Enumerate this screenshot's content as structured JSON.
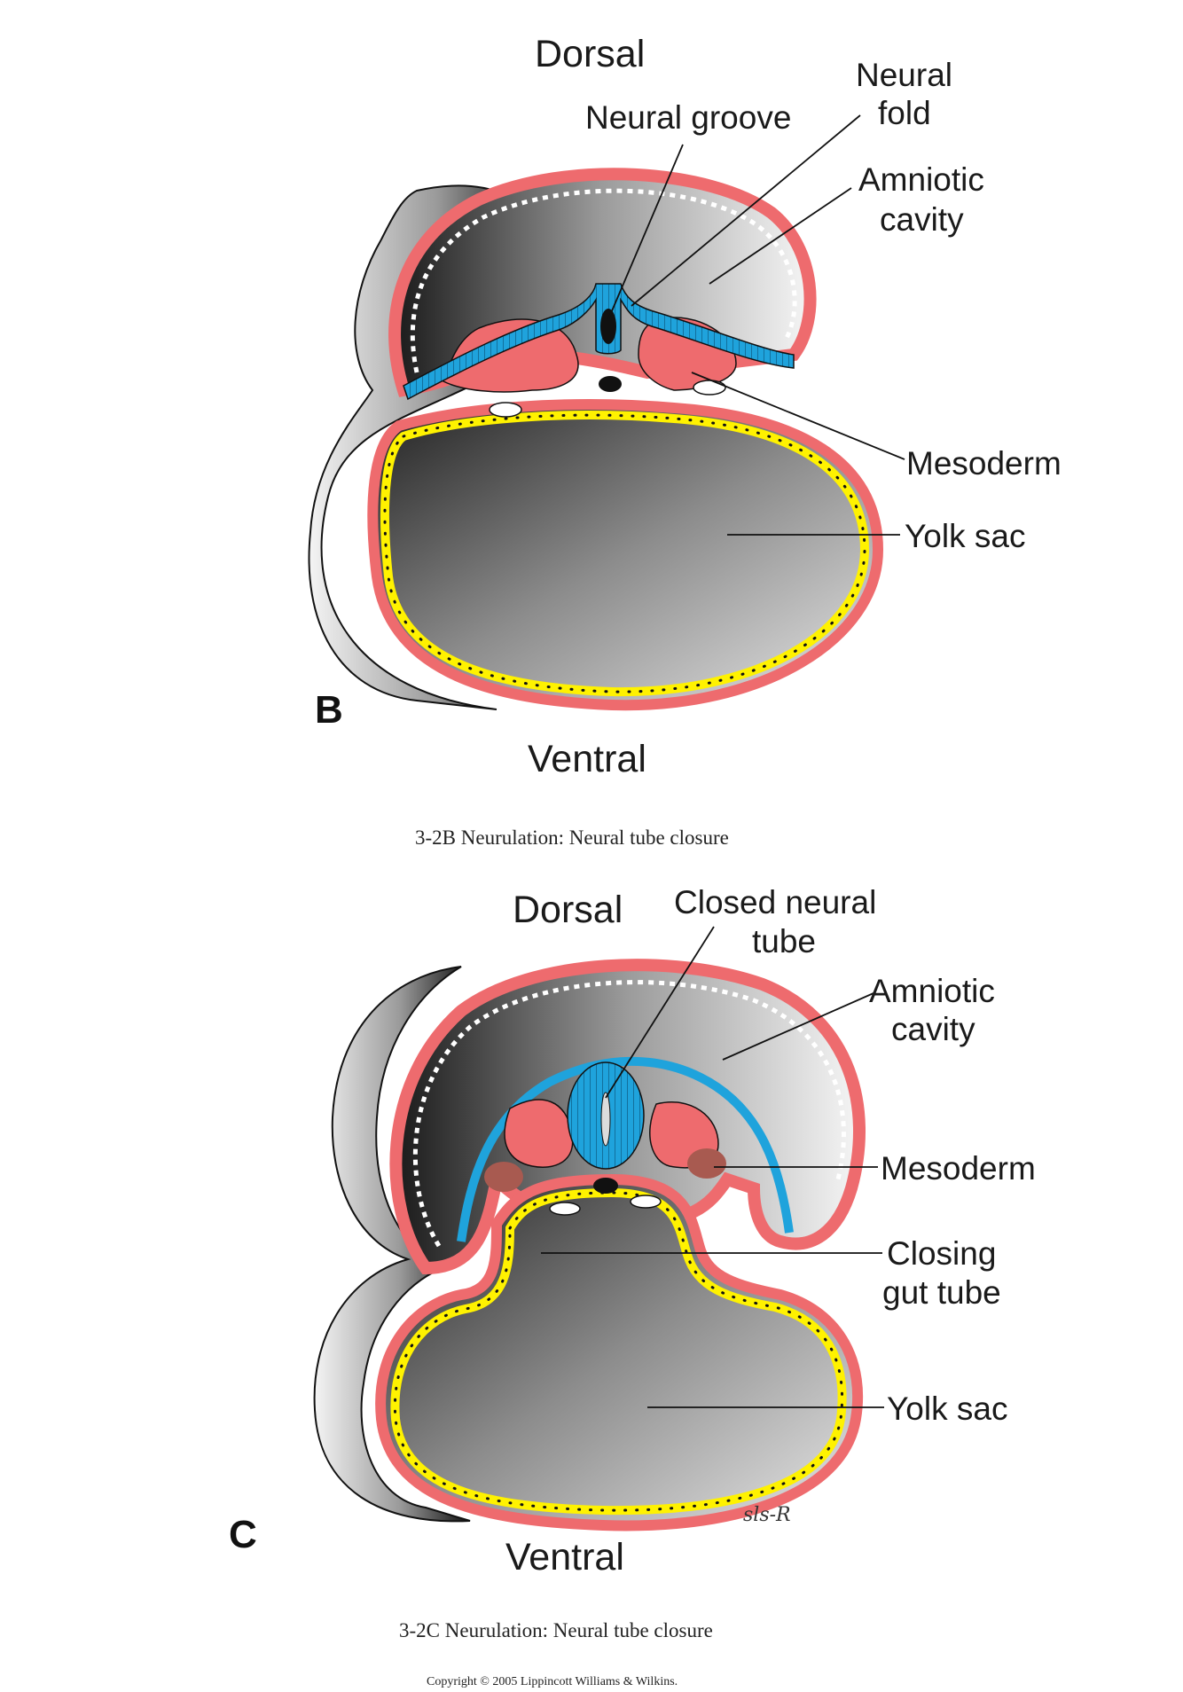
{
  "panel_b": {
    "letter": "B",
    "dorsal": "Dorsal",
    "ventral": "Ventral",
    "labels": {
      "neural_groove": "Neural groove",
      "neural_fold_1": "Neural",
      "neural_fold_2": "fold",
      "amniotic_cavity_1": "Amniotic",
      "amniotic_cavity_2": "cavity",
      "mesoderm": "Mesoderm",
      "yolk_sac": "Yolk sac"
    },
    "caption": "3-2B  Neurulation: Neural tube closure"
  },
  "panel_c": {
    "letter": "C",
    "dorsal": "Dorsal",
    "ventral": "Ventral",
    "labels": {
      "closed_neural_tube_1": "Closed neural",
      "closed_neural_tube_2": "tube",
      "amniotic_cavity_1": "Amniotic",
      "amniotic_cavity_2": "cavity",
      "mesoderm": "Mesoderm",
      "closing_gut_tube_1": "Closing",
      "closing_gut_tube_2": "gut tube",
      "yolk_sac": "Yolk sac"
    },
    "caption": "3-2C  Neurulation: Neural tube closure",
    "signature": "sls-R"
  },
  "copyright": "Copyright © 2005 Lippincott Williams & Wilkins.",
  "colors": {
    "ectoderm": "#ee6b6e",
    "neural": "#1fa3dc",
    "endoderm": "#fff200",
    "mesoderm": "#ee6b6e",
    "somite_dark": "#a85a50",
    "cavity_gray": "#c9c9c9"
  }
}
